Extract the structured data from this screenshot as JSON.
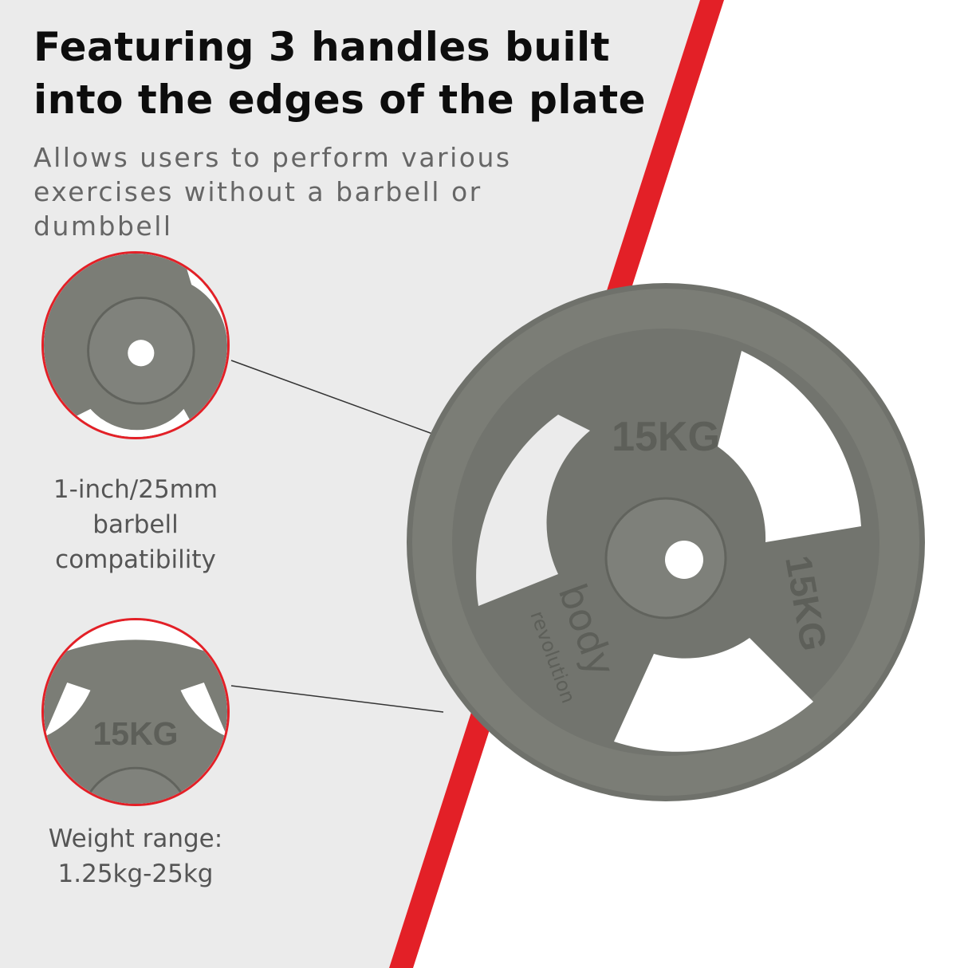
{
  "headline": {
    "line1": "Featuring 3 handles built",
    "line2": "into the edges of the plate"
  },
  "subheadline": "Allows users to perform various exercises without a barbell or dumbbell",
  "features": [
    {
      "line1": "1-inch/25mm",
      "line2": "barbell",
      "line3": "compatibility"
    },
    {
      "line1": "Weight range:",
      "line2": "1.25kg-25kg"
    }
  ],
  "product": {
    "weight_marking": "15KG",
    "brand_line1": "body",
    "brand_line2": "revolution"
  },
  "colors": {
    "accent_red": "#e32027",
    "background_left": "#ebebeb",
    "plate_grey": "#7b7d76",
    "title_text": "#0d0d0d",
    "body_text": "#666666"
  }
}
